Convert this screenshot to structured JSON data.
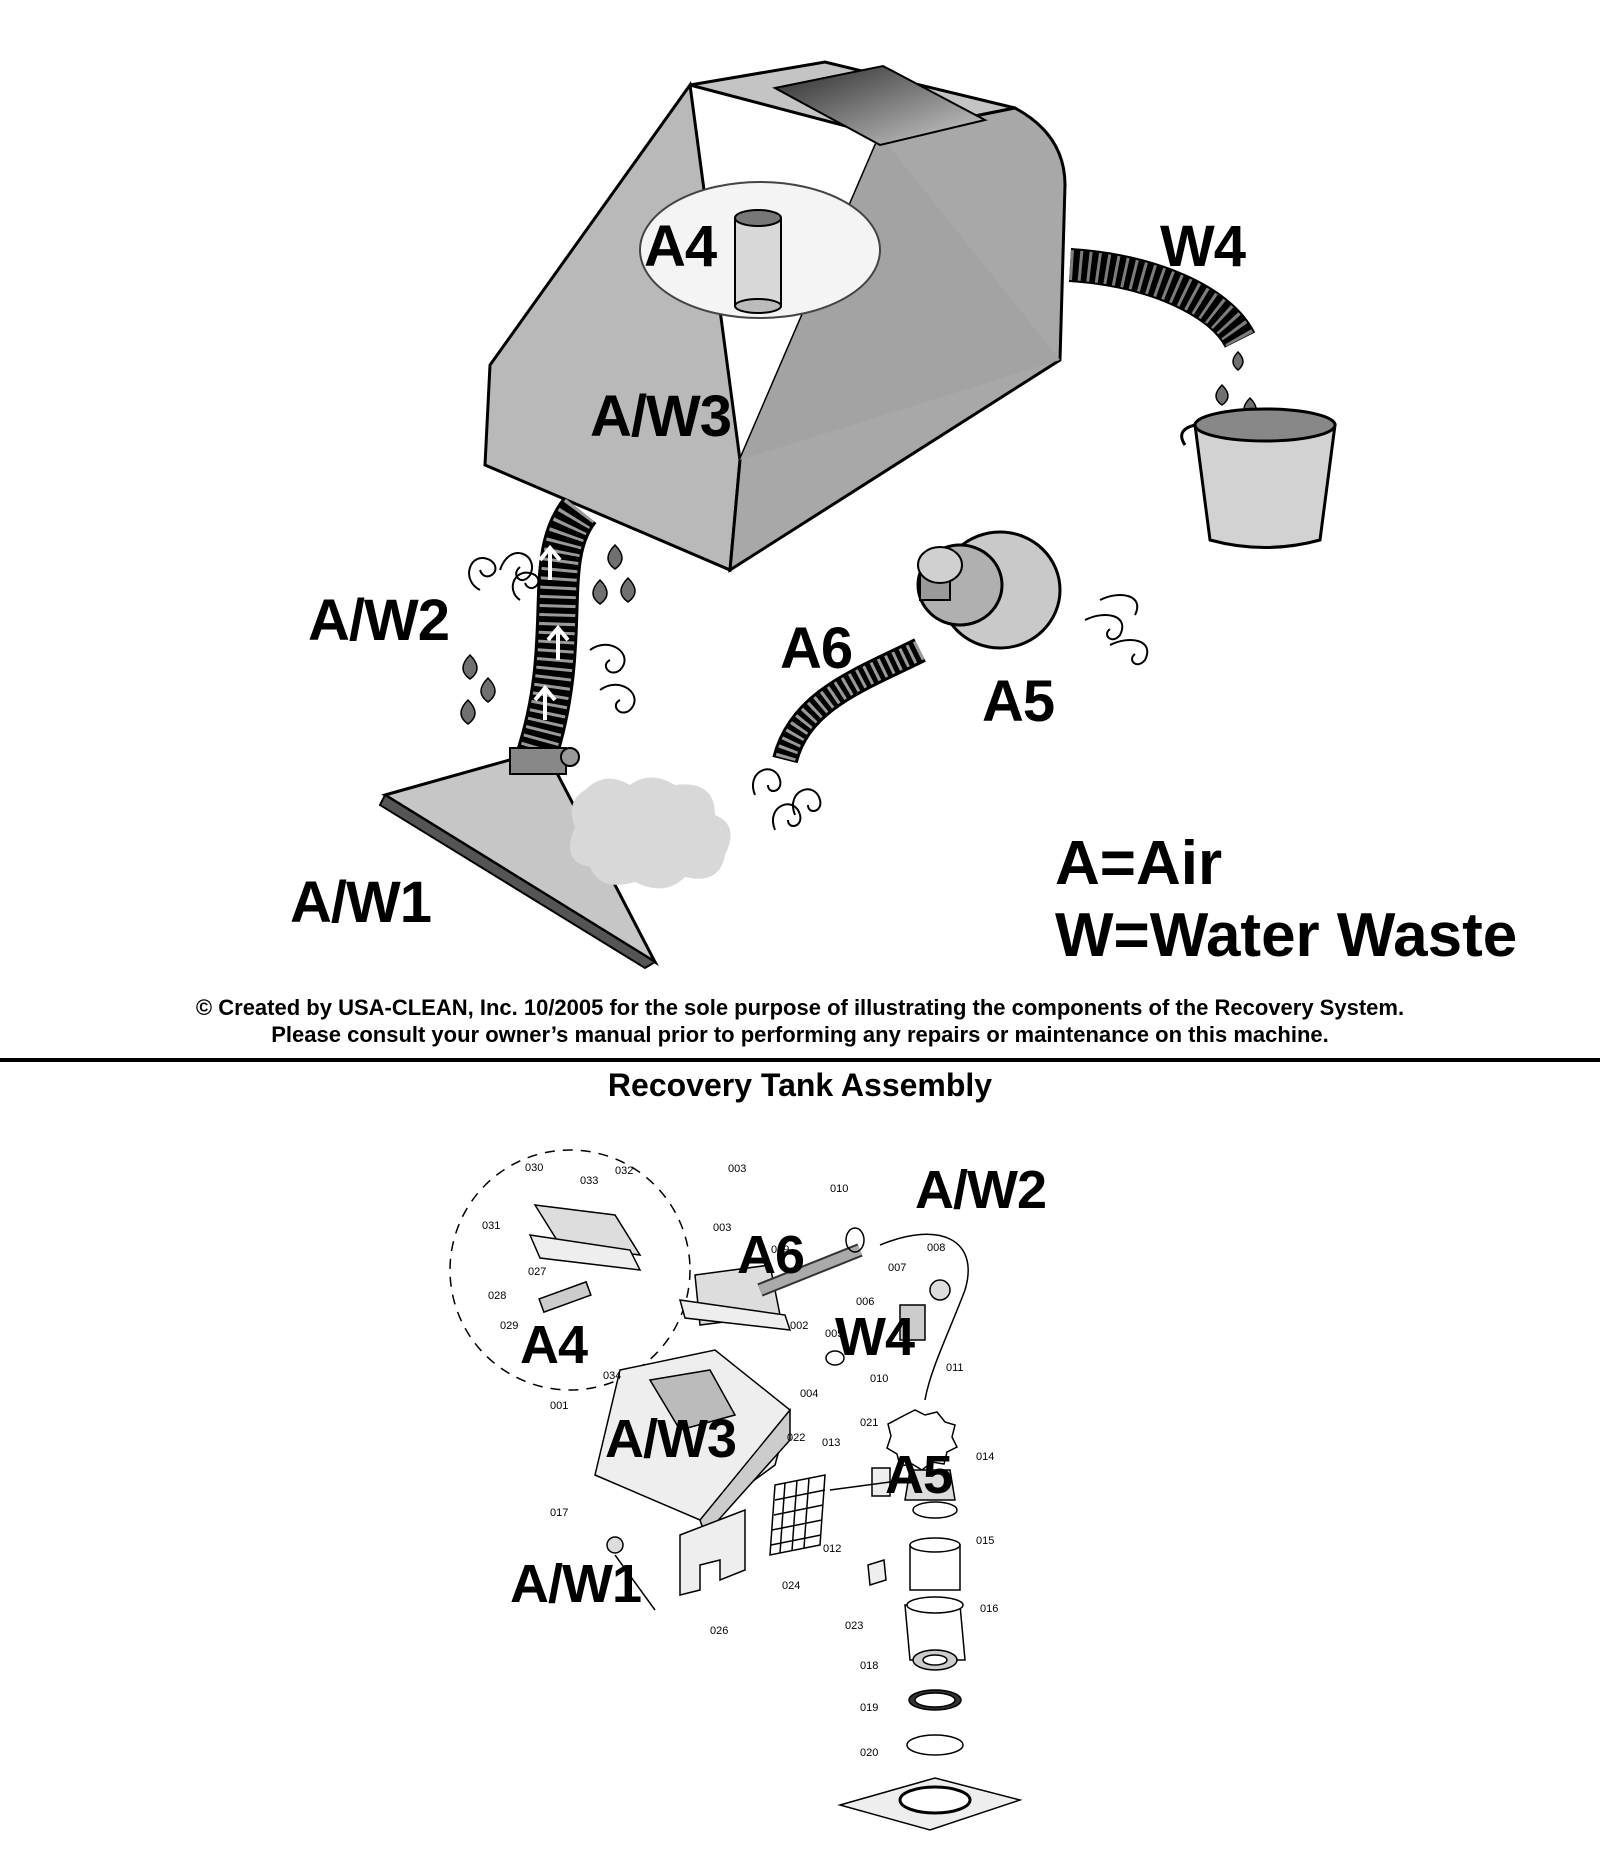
{
  "overview": {
    "labels": {
      "a4": "A4",
      "aw3": "A/W3",
      "w4": "W4",
      "aw2": "A/W2",
      "a6": "A6",
      "a5": "A5",
      "aw1": "A/W1"
    },
    "legend": {
      "air": "A=Air",
      "water": "W=Water Waste"
    },
    "credit_line1": "© Created by USA-CLEAN, Inc. 10/2005 for the sole purpose of illustrating the components of the Recovery System.",
    "credit_line2": "Please consult your owner’s manual prior to performing any repairs or maintenance on this machine."
  },
  "exploded": {
    "title": "Recovery Tank Assembly",
    "labels": {
      "aw2": "A/W2",
      "a6": "A6",
      "a4": "A4",
      "w4": "W4",
      "aw3": "A/W3",
      "a5": "A5",
      "aw1": "A/W1"
    },
    "part_numbers": {
      "p030": "030",
      "p033": "033",
      "p032": "032",
      "p003a": "003",
      "p031": "031",
      "p027": "027",
      "p028": "028",
      "p029": "029",
      "p003b": "003",
      "p010a": "010",
      "p009": "009",
      "p006": "006",
      "p007": "007",
      "p008": "008",
      "p002": "002",
      "p005": "005",
      "p034": "034",
      "p004": "004",
      "p010b": "010",
      "p011": "011",
      "p001": "001",
      "p021": "021",
      "p014": "014",
      "p022": "022",
      "p013": "013",
      "p017": "017",
      "p012": "012",
      "p015": "015",
      "p024": "024",
      "p026": "026",
      "p023": "023",
      "p016": "016",
      "p018": "018",
      "p019": "019",
      "p020": "020"
    }
  },
  "colors": {
    "tank_body": "#b9b9b9",
    "tank_side": "#9e9e9e",
    "ink": "#000000",
    "droplet": "#707070"
  }
}
